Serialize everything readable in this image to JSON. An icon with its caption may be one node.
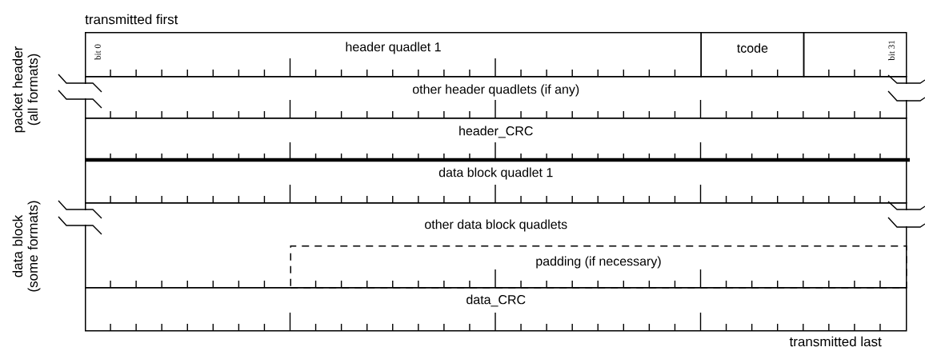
{
  "diagram": {
    "nodes": [
      {
        "text": [
          "header quadlet 1"
        ]
      },
      {
        "text": [
          "tcode"
        ]
      },
      {
        "text": [],
        "shape": "box"
      },
      {
        "text": [
          "other header quadlets (if any)"
        ]
      },
      {
        "text": [
          "header_CRC"
        ]
      },
      {
        "text": [
          "data block quadlet 1"
        ]
      },
      {
        "text": [
          "other data block quadlets"
        ]
      },
      {
        "text": [
          "padding (if necessary)"
        ],
        "in": 6
      },
      {
        "text": [
          "data_CRC"
        ]
      }
    ],
    "labels": [
      "transmitted first",
      "bit 0",
      "bit 31",
      "packet header (all formats)",
      "data block (some formats)",
      "transmitted last"
    ]
  }
}
